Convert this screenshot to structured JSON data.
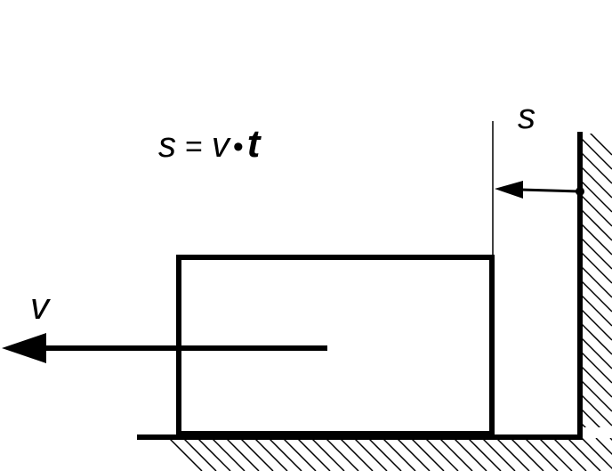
{
  "diagram": {
    "formula": {
      "s": "s",
      "equals": "=",
      "v": "v",
      "dot": "•",
      "t": "t"
    },
    "distance_label": "s",
    "velocity_label": "v",
    "colors": {
      "ink": "#000000",
      "background": "#ffffff"
    }
  }
}
